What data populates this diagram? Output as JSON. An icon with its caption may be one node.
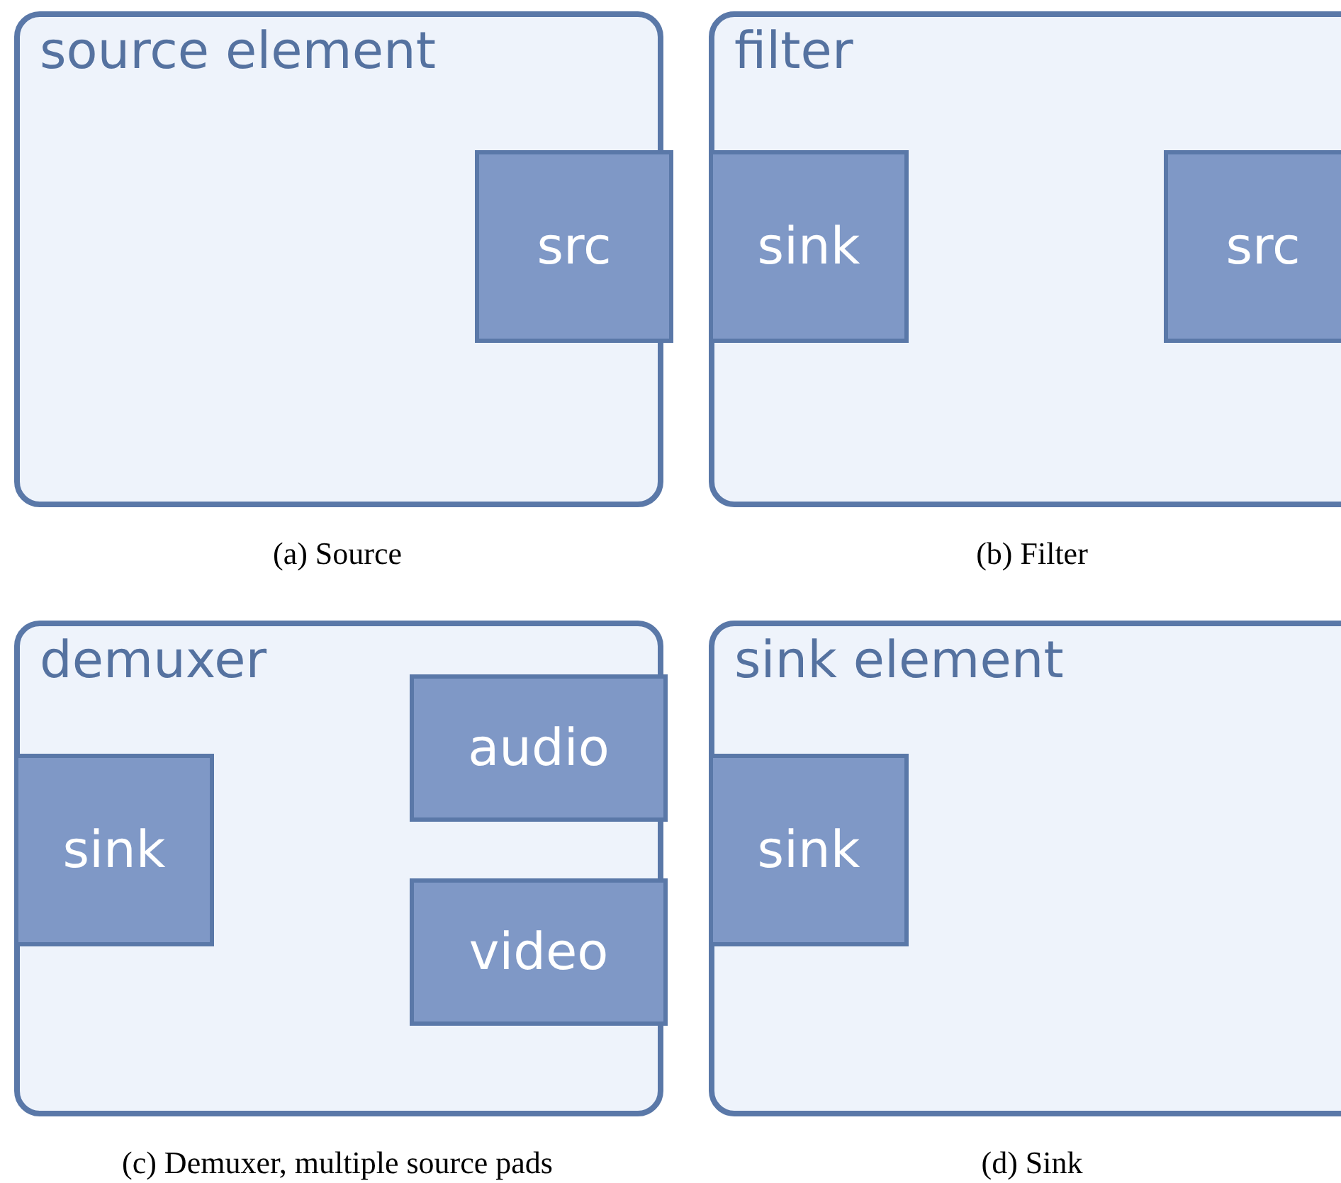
{
  "diagram": {
    "nodes": [
      {
        "text": [
          "source element"
        ],
        "beside": [
          "(a) Source"
        ]
      },
      {
        "text": [
          "src"
        ],
        "in": 0
      },
      {
        "text": [
          "filter"
        ],
        "beside": [
          "(b) Filter"
        ]
      },
      {
        "text": [
          "sink"
        ],
        "in": 2
      },
      {
        "text": [
          "src"
        ],
        "in": 2
      },
      {
        "text": [
          "demuxer"
        ],
        "beside": [
          "(c) Demuxer, multiple source pads"
        ]
      },
      {
        "text": [
          "sink"
        ],
        "in": 5
      },
      {
        "text": [
          "audio"
        ],
        "in": 5
      },
      {
        "text": [
          "video"
        ],
        "in": 5
      },
      {
        "text": [
          "sink element"
        ],
        "beside": [
          "(d) Sink"
        ]
      },
      {
        "text": [
          "sink"
        ],
        "in": 9
      }
    ],
    "edges": []
  }
}
